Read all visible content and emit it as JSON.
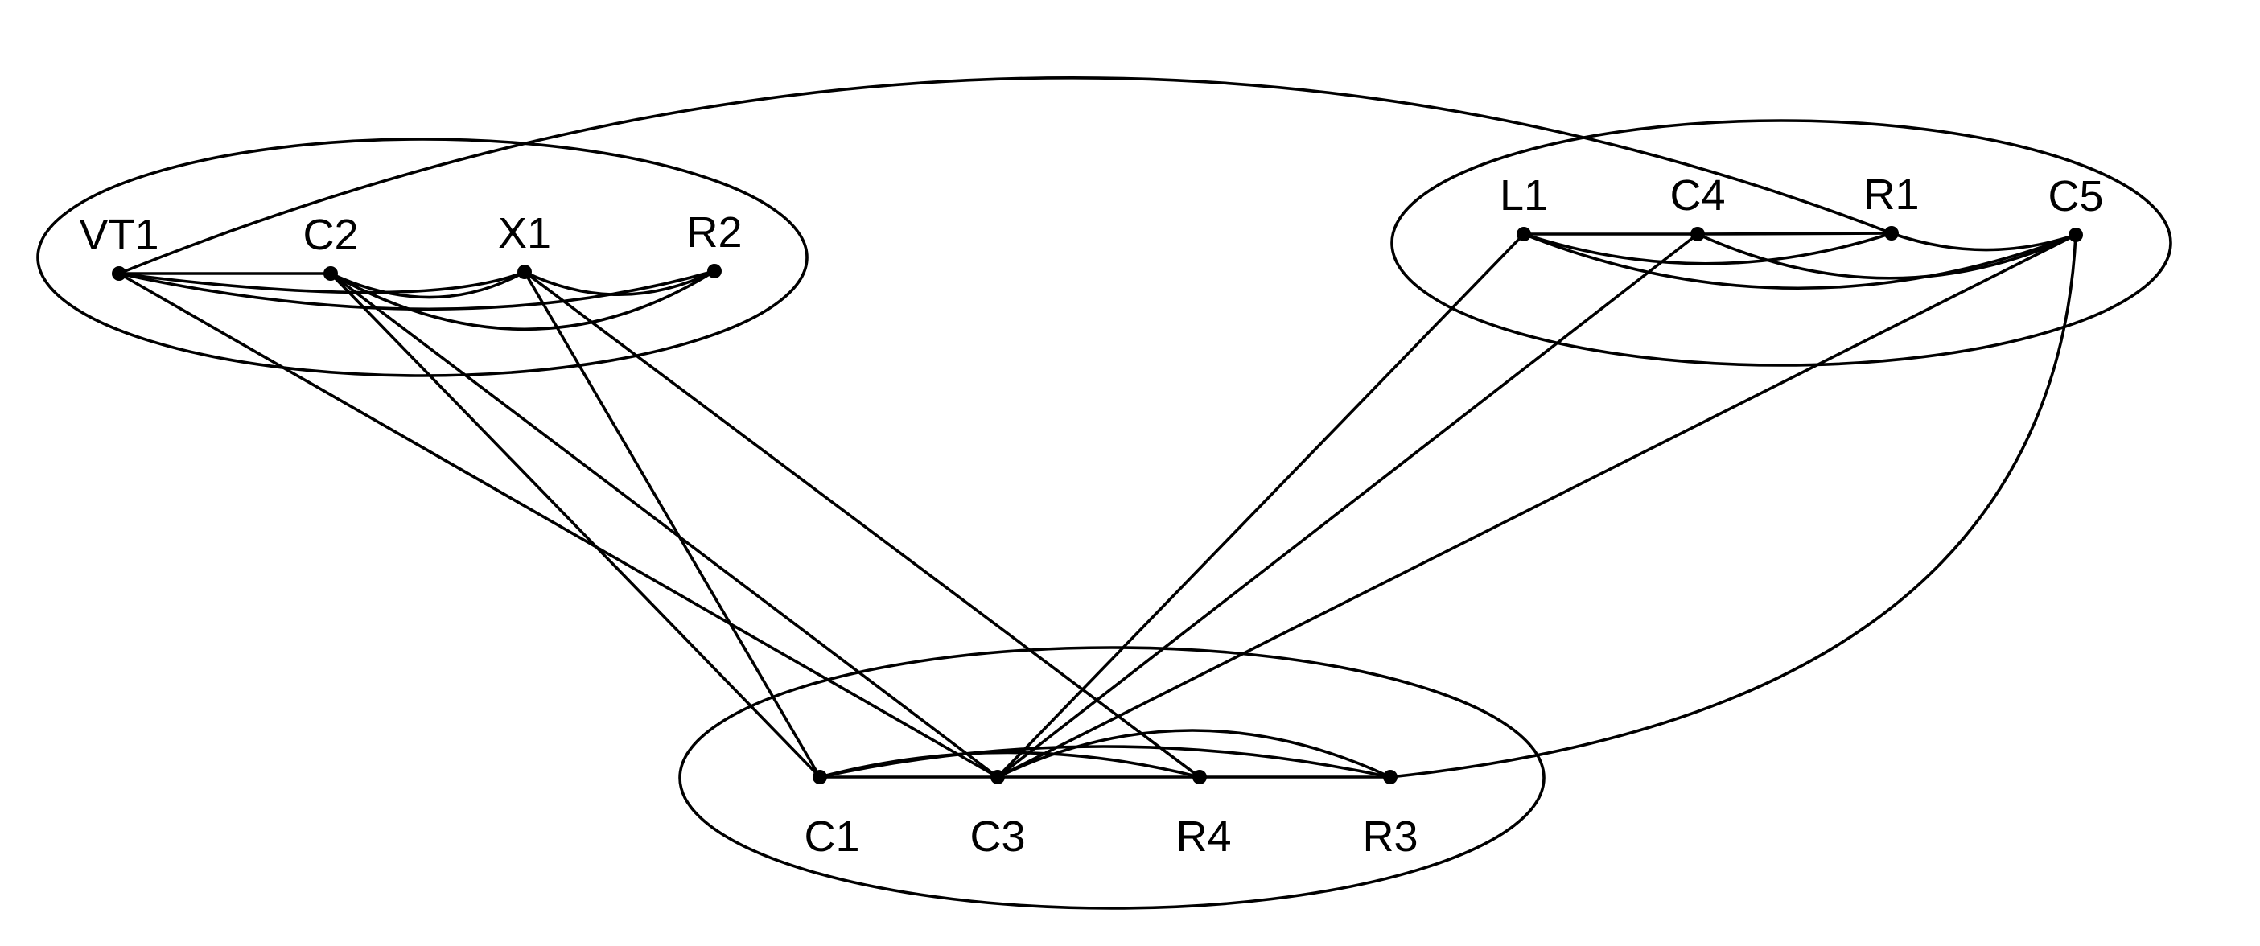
{
  "colors": {
    "stroke": "#000000",
    "background": "#ffffff"
  },
  "clusters": [
    {
      "id": "left-group",
      "members": [
        "VT1",
        "C2",
        "X1",
        "R2"
      ]
    },
    {
      "id": "right-group",
      "members": [
        "L1",
        "C4",
        "R1",
        "C5"
      ]
    },
    {
      "id": "bottom-group",
      "members": [
        "C1",
        "C3",
        "R4",
        "R3"
      ]
    }
  ],
  "nodes": [
    {
      "id": "VT1",
      "label": "VT1"
    },
    {
      "id": "C2",
      "label": "C2"
    },
    {
      "id": "X1",
      "label": "X1"
    },
    {
      "id": "R2",
      "label": "R2"
    },
    {
      "id": "L1",
      "label": "L1"
    },
    {
      "id": "C4",
      "label": "C4"
    },
    {
      "id": "R1",
      "label": "R1"
    },
    {
      "id": "C5",
      "label": "C5"
    },
    {
      "id": "C1",
      "label": "C1"
    },
    {
      "id": "C3",
      "label": "C3"
    },
    {
      "id": "R4",
      "label": "R4"
    },
    {
      "id": "R3",
      "label": "R3"
    }
  ],
  "edges": [
    {
      "from": "VT1",
      "to": "C2"
    },
    {
      "from": "VT1",
      "to": "X1"
    },
    {
      "from": "VT1",
      "to": "R2"
    },
    {
      "from": "C2",
      "to": "X1"
    },
    {
      "from": "C2",
      "to": "R2"
    },
    {
      "from": "X1",
      "to": "R2"
    },
    {
      "from": "VT1",
      "to": "C3"
    },
    {
      "from": "VT1",
      "to": "R1"
    },
    {
      "from": "C2",
      "to": "C1"
    },
    {
      "from": "C2",
      "to": "C3"
    },
    {
      "from": "X1",
      "to": "C1"
    },
    {
      "from": "X1",
      "to": "R4"
    },
    {
      "from": "L1",
      "to": "C4"
    },
    {
      "from": "C4",
      "to": "R1"
    },
    {
      "from": "R1",
      "to": "C5"
    },
    {
      "from": "L1",
      "to": "R1"
    },
    {
      "from": "L1",
      "to": "C5"
    },
    {
      "from": "C4",
      "to": "C5"
    },
    {
      "from": "L1",
      "to": "C3"
    },
    {
      "from": "C4",
      "to": "C3"
    },
    {
      "from": "C5",
      "to": "C3"
    },
    {
      "from": "C5",
      "to": "R3"
    },
    {
      "from": "C1",
      "to": "C3"
    },
    {
      "from": "C3",
      "to": "R4"
    },
    {
      "from": "R4",
      "to": "R3"
    },
    {
      "from": "C1",
      "to": "R4"
    },
    {
      "from": "C1",
      "to": "R3"
    },
    {
      "from": "C3",
      "to": "R3"
    }
  ]
}
